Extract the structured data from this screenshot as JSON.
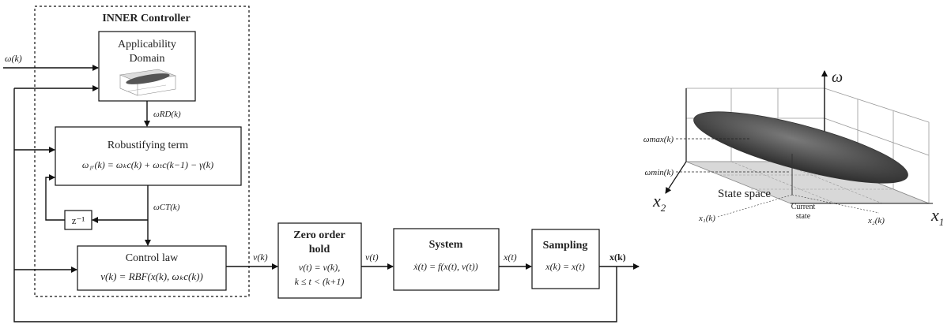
{
  "controller": {
    "title": "INNER Controller",
    "applicability": {
      "line1": "Applicability",
      "line2": "Domain"
    },
    "robust": {
      "title": "Robustifying term",
      "eq": "ω₁ᵣ(k) = ωₖc(k) + ωₜc(k−1) − γ(k)"
    },
    "control_law": {
      "title": "Control law",
      "eq": "v(k) = RBF(x(k), ωₖc(k))"
    },
    "delay": "z⁻¹"
  },
  "signals": {
    "omega_in": "ω(k)",
    "omega_rd": "ωRD(k)",
    "omega_ct": "ωCT(k)",
    "v_k": "v(k)",
    "v_t": "v(t)",
    "x_t": "x(t)",
    "x_k": "x(k)"
  },
  "blocks": {
    "zoh": {
      "title1": "Zero order",
      "title2": "hold",
      "eq1": "v(t) = v(k),",
      "eq2": "k ≤ t < (k+1)"
    },
    "system": {
      "title": "System",
      "eq": "ẋ(t) = f(x(t), v(t))"
    },
    "sampling": {
      "title": "Sampling",
      "eq": "x(k) = x(t)"
    }
  },
  "plot3d": {
    "z_axis": "ω",
    "x1_axis": "x",
    "x1_sub": "1",
    "x2_axis": "x",
    "x2_sub": "2",
    "omega_max": "ωmax(k)",
    "omega_min": "ωmin(k)",
    "state_space": "State space",
    "current_line1": "Current",
    "current_line2": "state",
    "x1k": "x₁(k)",
    "x2k": "x₂(k)"
  },
  "colors": {
    "line": "#111111",
    "ellipsoid": "#4a4a4a",
    "plane": "#d8d8d8"
  }
}
